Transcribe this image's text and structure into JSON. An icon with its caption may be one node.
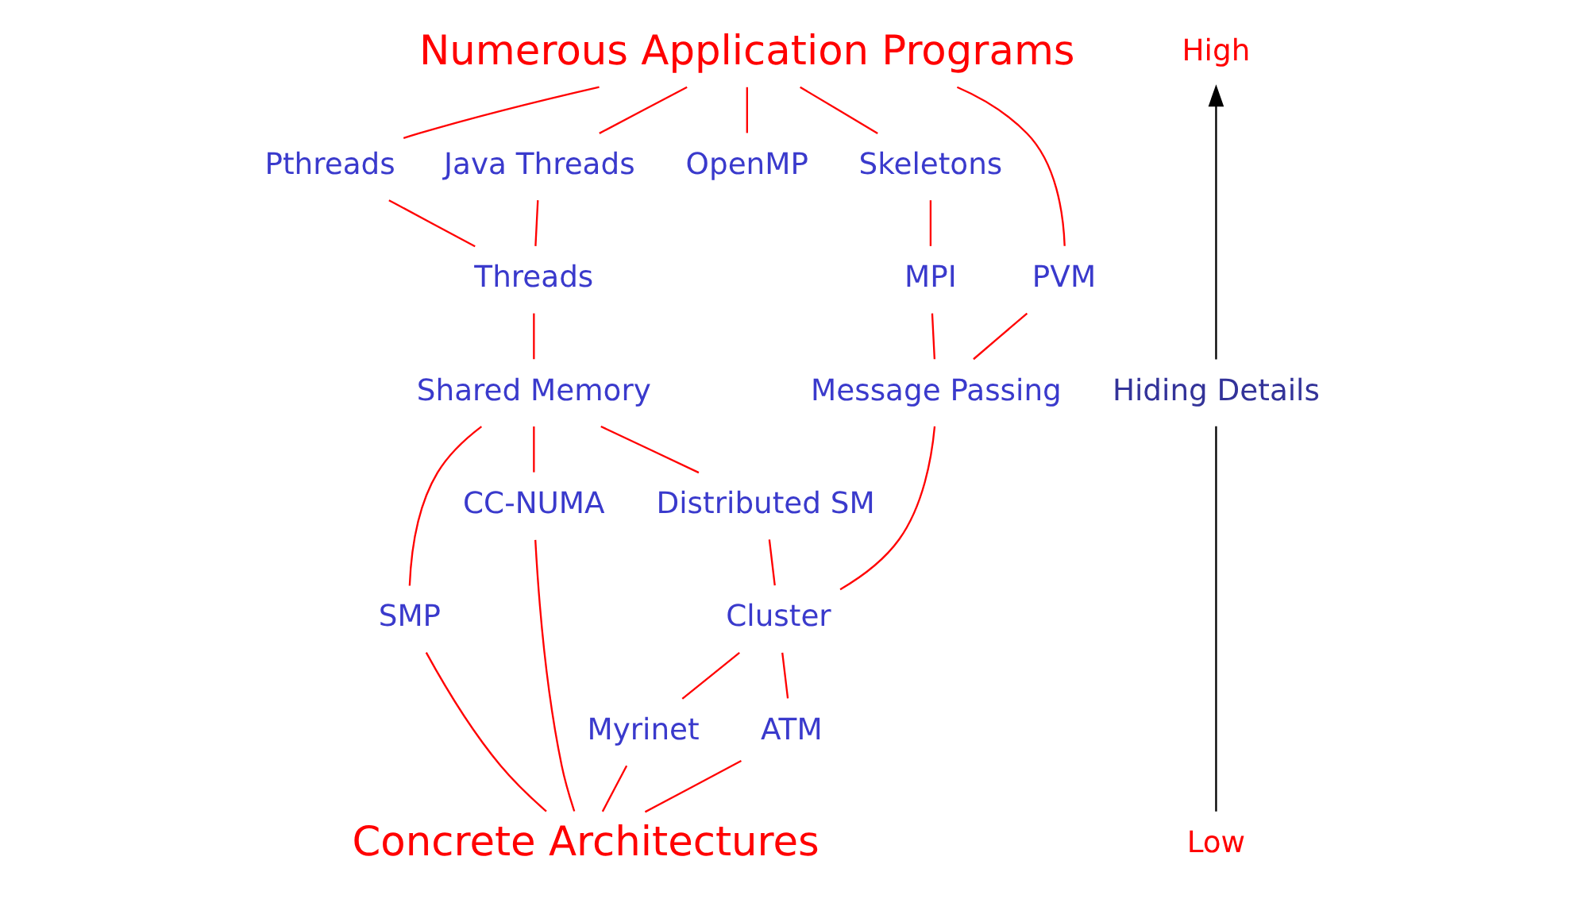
{
  "diagram": {
    "nodes": [
      {
        "text": [
          "Numerous Application Programs"
        ]
      },
      {
        "text": [
          "Pthreads"
        ]
      },
      {
        "text": [
          "Java Threads"
        ]
      },
      {
        "text": [
          "OpenMP"
        ]
      },
      {
        "text": [
          "Skeletons"
        ]
      },
      {
        "text": [
          "MPI"
        ]
      },
      {
        "text": [
          "PVM"
        ]
      },
      {
        "text": [
          "Threads"
        ]
      },
      {
        "text": [
          "Shared Memory"
        ]
      },
      {
        "text": [
          "Message Passing"
        ]
      },
      {
        "text": [
          "Distributed SM"
        ]
      },
      {
        "text": [
          "Cluster"
        ]
      },
      {
        "text": [
          "SMP"
        ]
      },
      {
        "text": [
          "CC-NUMA"
        ]
      },
      {
        "text": [
          "Myrinet"
        ]
      },
      {
        "text": [
          "ATM"
        ]
      },
      {
        "text": [
          "Concrete Architectures"
        ]
      }
    ],
    "edges": [
      {
        "from": 0,
        "to": 1,
        "arrow": "none"
      },
      {
        "from": 0,
        "to": 2,
        "arrow": "none"
      },
      {
        "from": 0,
        "to": 3,
        "arrow": "none"
      },
      {
        "from": 0,
        "to": 4,
        "arrow": "none"
      },
      {
        "from": 0,
        "to": 6,
        "arrow": "none"
      },
      {
        "from": 4,
        "to": 5,
        "arrow": "none"
      },
      {
        "from": 1,
        "to": 7,
        "arrow": "none"
      },
      {
        "from": 2,
        "to": 7,
        "arrow": "none"
      },
      {
        "from": 7,
        "to": 8,
        "arrow": "none"
      },
      {
        "from": 5,
        "to": 9,
        "arrow": "none"
      },
      {
        "from": 6,
        "to": 9,
        "arrow": "none"
      },
      {
        "from": 8,
        "to": 10,
        "arrow": "none"
      },
      {
        "from": 8,
        "to": 12,
        "arrow": "none"
      },
      {
        "from": 8,
        "to": 13,
        "arrow": "none"
      },
      {
        "from": 10,
        "to": 11,
        "arrow": "none"
      },
      {
        "from": 9,
        "to": 11,
        "arrow": "none"
      },
      {
        "from": 11,
        "to": 14,
        "arrow": "none"
      },
      {
        "from": 11,
        "to": 15,
        "arrow": "none"
      },
      {
        "from": 12,
        "to": 16,
        "arrow": "none"
      },
      {
        "from": 13,
        "to": 16,
        "arrow": "none"
      },
      {
        "from": 14,
        "to": 16,
        "arrow": "none"
      },
      {
        "from": 15,
        "to": 16,
        "arrow": "none"
      }
    ],
    "labels": [
      "High",
      "Hiding Details",
      "Low"
    ]
  }
}
